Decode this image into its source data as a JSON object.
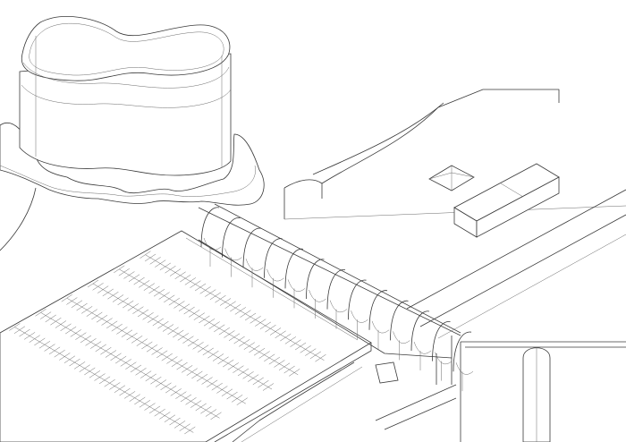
{
  "drawing": {
    "kind": "axonometric line drawing",
    "colors": {
      "background": "#ffffff",
      "line": "#3a3a3a",
      "thin_line": "#6a6a6a"
    },
    "parking_rows": 6,
    "canopy_bays": 12
  }
}
